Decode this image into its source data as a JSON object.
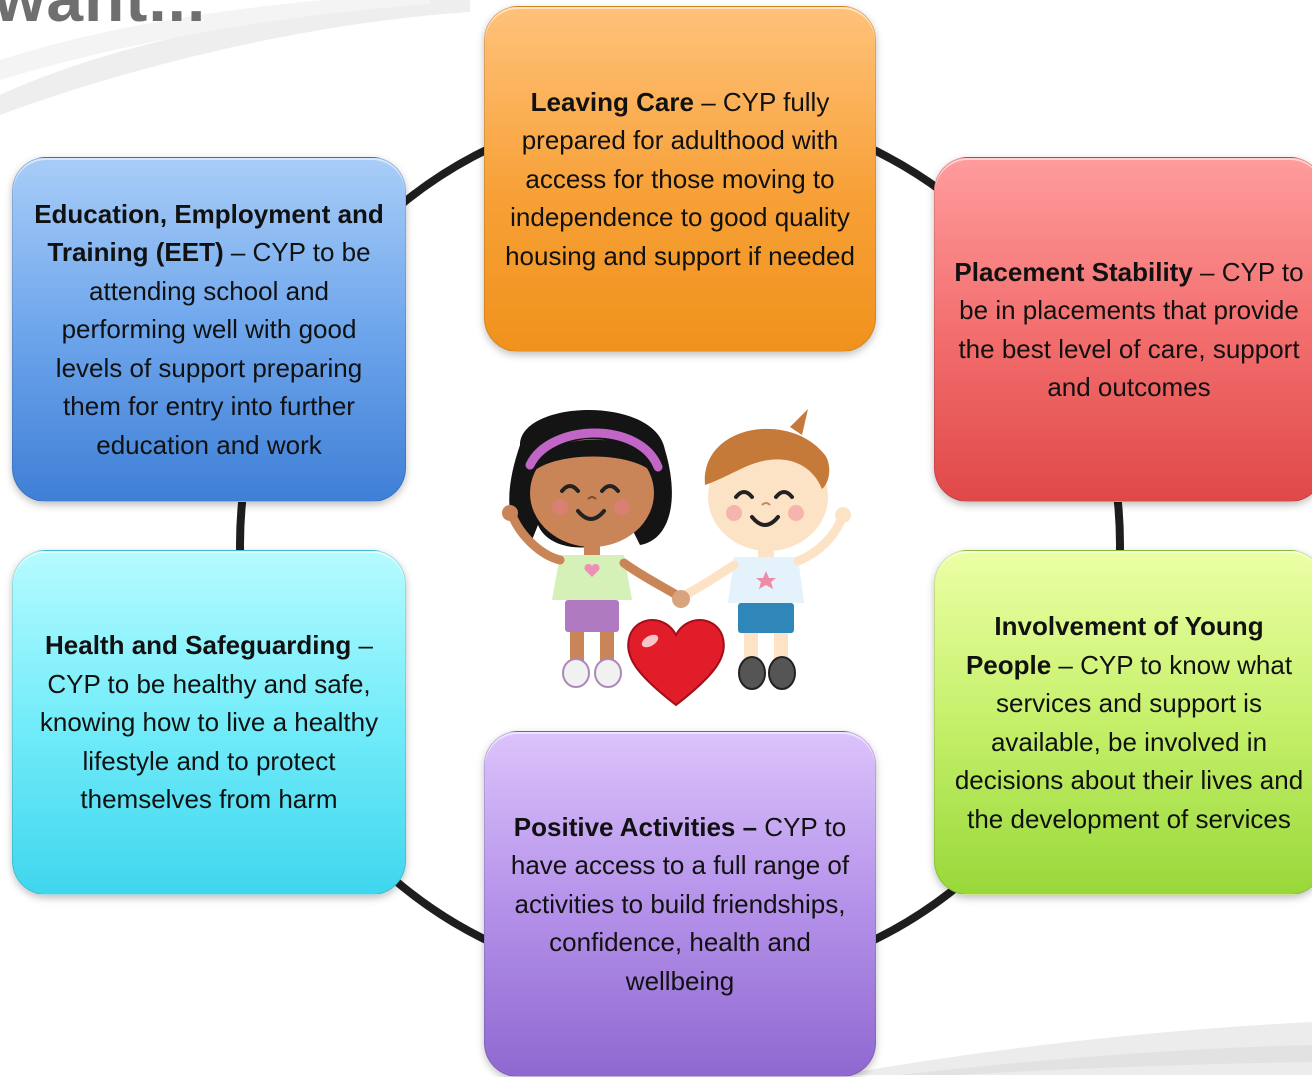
{
  "title_fragment": "want...",
  "boxes": {
    "leaving_care": {
      "heading": "Leaving Care",
      "body": " – CYP fully prepared for adulthood with access for those moving to independence to good quality housing and support if needed"
    },
    "eet": {
      "heading": "Education, Employment and Training (EET)",
      "body": " – CYP to be attending school and performing well with good levels of support preparing them for entry into further education and work"
    },
    "placement_stability": {
      "heading": "Placement Stability",
      "body": " – CYP to be in placements that provide the best level of care, support and outcomes"
    },
    "health": {
      "heading": "Health and Safeguarding",
      "body": " – CYP to be healthy and safe, knowing how to live a healthy lifestyle and to protect themselves from harm"
    },
    "involvement": {
      "heading": "Involvement of Young People",
      "body": " – CYP to know what services and support is available, be involved in decisions about their lives and the development of services"
    },
    "positive_activities": {
      "heading": "Positive Activities –",
      "body": " CYP to have access to a full range of activities to build friendships, confidence, health and wellbeing"
    }
  },
  "colors": {
    "leaving_care": "#f7a037",
    "eet": "#6ea6ec",
    "placement_stability": "#f36f6f",
    "health": "#73ecf9",
    "involvement": "#c5f06a",
    "positive_activities": "#b592ea",
    "connector_ring": "#1e1e1e"
  },
  "illustration": "two-children-holding-hands-with-heart"
}
